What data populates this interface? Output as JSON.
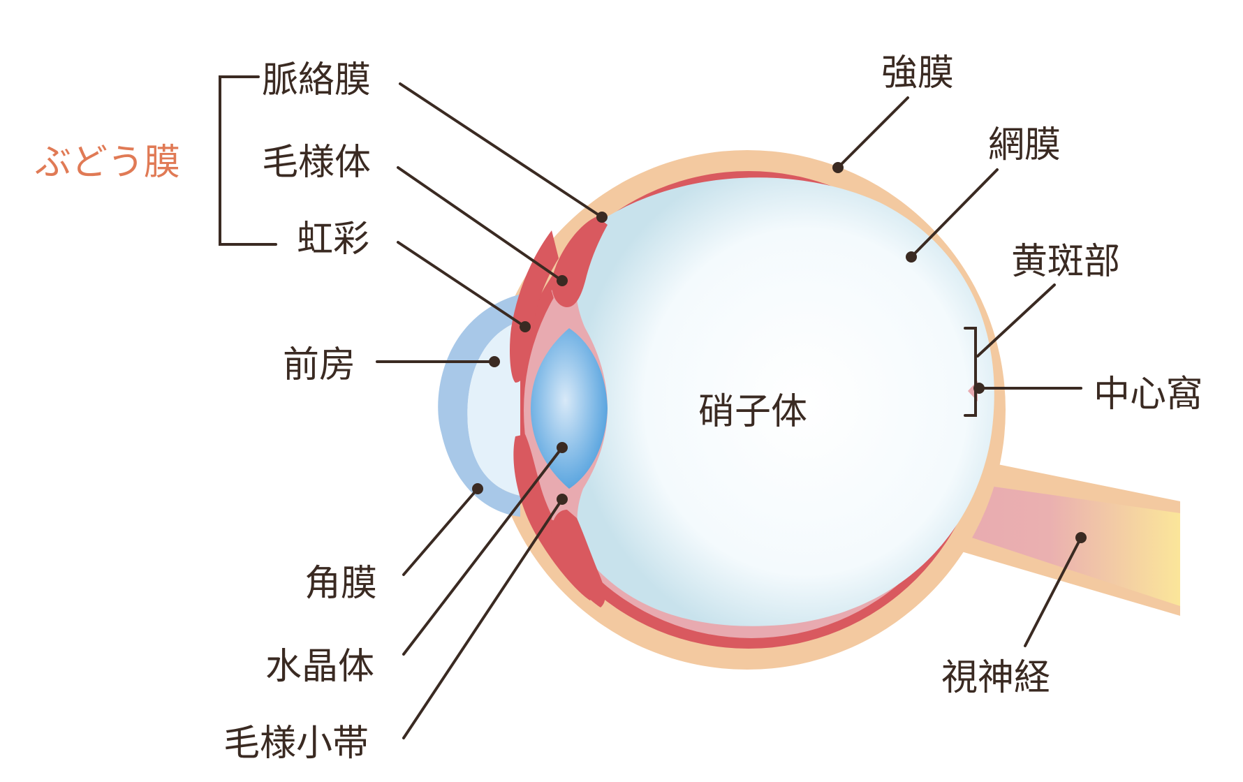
{
  "colors": {
    "sclera": "#f3c9a0",
    "choroid": "#d9595f",
    "retina": "#e8aab0",
    "vitreous_center": "#ffffff",
    "vitreous_edge": "#cfe6ee",
    "cornea": "#a8c8e8",
    "anterior_chamber": "#e4f1fa",
    "lens_center": "#cfe3f6",
    "lens_edge": "#5aa5df",
    "optic_nerve_yellow": "#fbe69a",
    "uvea_group_label": "#e07a55",
    "text": "#3a2a22"
  },
  "group": {
    "label": "ぶどう膜",
    "members": [
      "脈絡膜",
      "毛様体",
      "虹彩"
    ]
  },
  "labels": {
    "choroid": "脈絡膜",
    "ciliary_body": "毛様体",
    "iris": "虹彩",
    "anterior_chamber": "前房",
    "cornea": "角膜",
    "lens": "水晶体",
    "zonule": "毛様小帯",
    "sclera": "強膜",
    "retina": "網膜",
    "macula": "黄斑部",
    "fovea": "中心窩",
    "optic_nerve": "視神経",
    "vitreous": "硝子体"
  }
}
